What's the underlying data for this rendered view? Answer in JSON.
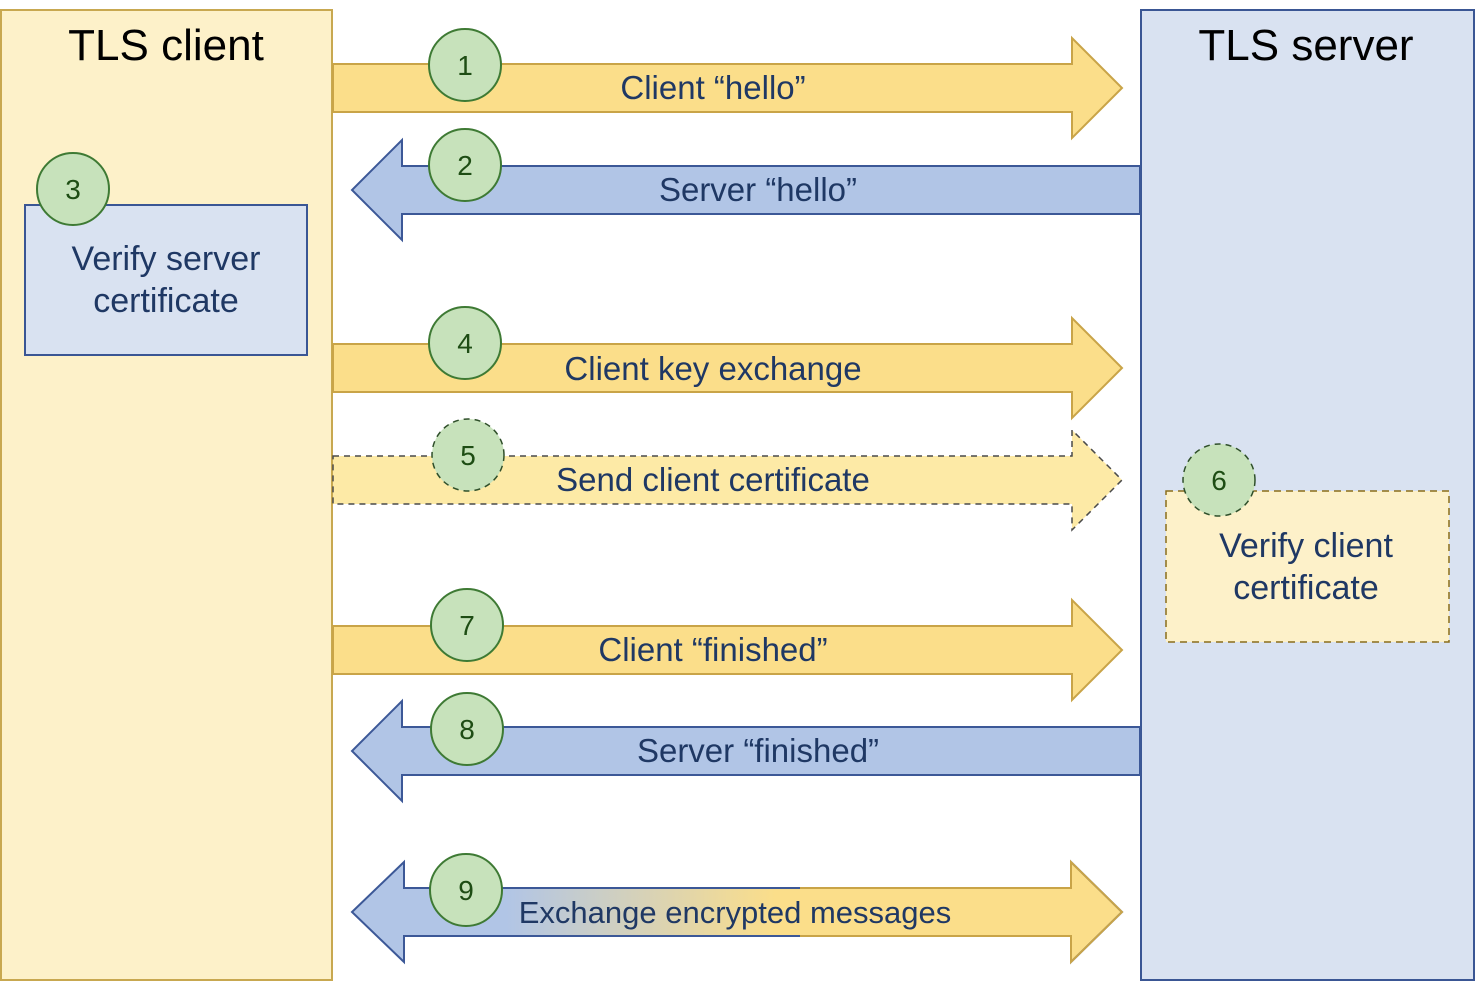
{
  "client_panel": {
    "title": "TLS client"
  },
  "server_panel": {
    "title": "TLS server"
  },
  "steps": [
    {
      "number": "1",
      "label": "Client “hello”",
      "direction": "client-to-server",
      "style": "solid"
    },
    {
      "number": "2",
      "label": "Server “hello”",
      "direction": "server-to-client",
      "style": "solid"
    },
    {
      "number": "3",
      "label_lines": [
        "Verify server",
        "certificate"
      ],
      "side": "client",
      "style": "solid"
    },
    {
      "number": "4",
      "label": "Client key exchange",
      "direction": "client-to-server",
      "style": "solid"
    },
    {
      "number": "5",
      "label": "Send client certificate",
      "direction": "client-to-server",
      "style": "dashed"
    },
    {
      "number": "6",
      "label_lines": [
        "Verify client",
        "certificate"
      ],
      "side": "server",
      "style": "dashed"
    },
    {
      "number": "7",
      "label": "Client “finished”",
      "direction": "client-to-server",
      "style": "solid"
    },
    {
      "number": "8",
      "label": "Server “finished”",
      "direction": "server-to-client",
      "style": "solid"
    },
    {
      "number": "9",
      "label": "Exchange encrypted messages",
      "direction": "bidirectional",
      "style": "solid"
    }
  ],
  "colors": {
    "client_fill": "#fdf1c9",
    "client_stroke": "#c8a850",
    "server_fill": "#d9e2f1",
    "server_stroke": "#3a5694",
    "arrow_yellow": "#fbde8a",
    "arrow_yellow_stroke": "#c9a448",
    "arrow_blue": "#b1c5e6",
    "arrow_blue_stroke": "#3c5897",
    "circle_fill": "#c7e2bb",
    "circle_stroke": "#3e7a34",
    "text_dark_blue": "#1f3864"
  }
}
